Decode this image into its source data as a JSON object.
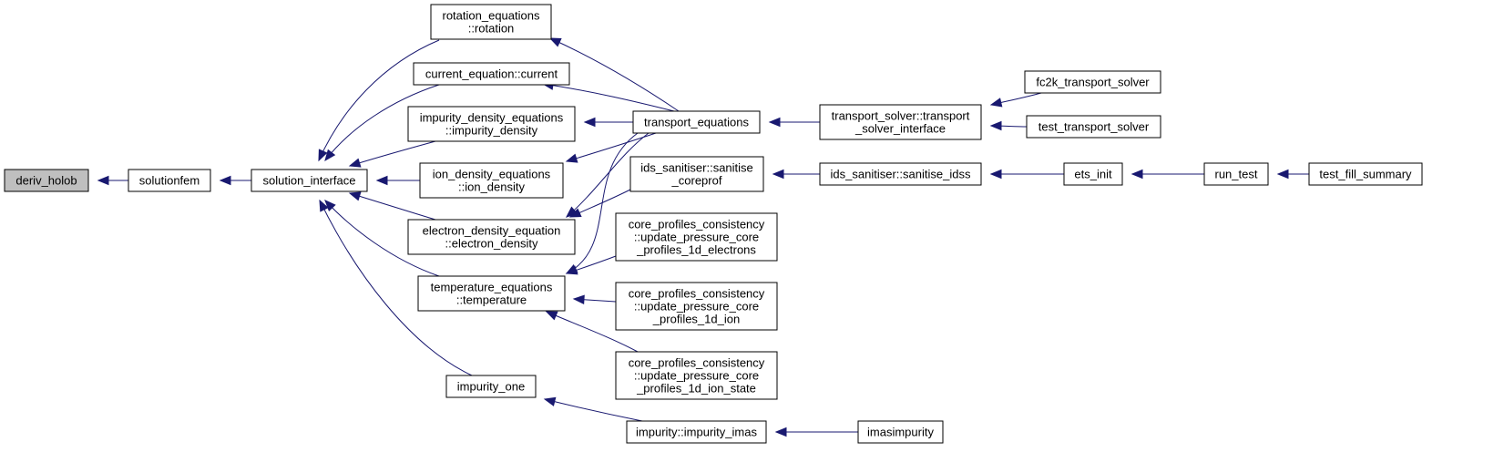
{
  "nodes": {
    "deriv_holob": {
      "lines": [
        "deriv_holob"
      ],
      "focus": true
    },
    "solutionfem": {
      "lines": [
        "solutionfem"
      ]
    },
    "solution_interface": {
      "lines": [
        "solution_interface"
      ]
    },
    "rotation": {
      "lines": [
        "rotation_equations",
        "::rotation"
      ]
    },
    "current": {
      "lines": [
        "current_equation::current"
      ]
    },
    "impurity_density": {
      "lines": [
        "impurity_density_equations",
        "::impurity_density"
      ]
    },
    "ion_density": {
      "lines": [
        "ion_density_equations",
        "::ion_density"
      ]
    },
    "electron_density": {
      "lines": [
        "electron_density_equation",
        "::electron_density"
      ]
    },
    "temperature": {
      "lines": [
        "temperature_equations",
        "::temperature"
      ]
    },
    "impurity_one": {
      "lines": [
        "impurity_one"
      ]
    },
    "transport_equations": {
      "lines": [
        "transport_equations"
      ]
    },
    "sanitise_coreprof": {
      "lines": [
        "ids_sanitiser::sanitise",
        "_coreprof"
      ]
    },
    "upd_electrons": {
      "lines": [
        "core_profiles_consistency",
        "::update_pressure_core",
        "_profiles_1d_electrons"
      ]
    },
    "upd_ion": {
      "lines": [
        "core_profiles_consistency",
        "::update_pressure_core",
        "_profiles_1d_ion"
      ]
    },
    "upd_ion_state": {
      "lines": [
        "core_profiles_consistency",
        "::update_pressure_core",
        "_profiles_1d_ion_state"
      ]
    },
    "impurity_imas": {
      "lines": [
        "impurity::impurity_imas"
      ]
    },
    "transport_solver_interface": {
      "lines": [
        "transport_solver::transport",
        "_solver_interface"
      ]
    },
    "sanitise_idss": {
      "lines": [
        "ids_sanitiser::sanitise_idss"
      ]
    },
    "imasimpurity": {
      "lines": [
        "imasimpurity"
      ]
    },
    "fc2k_transport_solver": {
      "lines": [
        "fc2k_transport_solver"
      ]
    },
    "test_transport_solver": {
      "lines": [
        "test_transport_solver"
      ]
    },
    "ets_init": {
      "lines": [
        "ets_init"
      ]
    },
    "run_test": {
      "lines": [
        "run_test"
      ]
    },
    "test_fill_summary": {
      "lines": [
        "test_fill_summary"
      ]
    }
  },
  "edges": [
    [
      "solutionfem",
      "deriv_holob"
    ],
    [
      "solution_interface",
      "solutionfem"
    ],
    [
      "rotation",
      "solution_interface"
    ],
    [
      "current",
      "solution_interface"
    ],
    [
      "impurity_density",
      "solution_interface"
    ],
    [
      "ion_density",
      "solution_interface"
    ],
    [
      "electron_density",
      "solution_interface"
    ],
    [
      "temperature",
      "solution_interface"
    ],
    [
      "impurity_one",
      "solution_interface"
    ],
    [
      "transport_equations",
      "rotation"
    ],
    [
      "transport_equations",
      "current"
    ],
    [
      "transport_equations",
      "impurity_density"
    ],
    [
      "transport_equations",
      "ion_density"
    ],
    [
      "transport_equations",
      "electron_density"
    ],
    [
      "transport_equations",
      "temperature"
    ],
    [
      "sanitise_coreprof",
      "electron_density"
    ],
    [
      "upd_electrons",
      "temperature"
    ],
    [
      "upd_ion",
      "temperature"
    ],
    [
      "upd_ion_state",
      "temperature"
    ],
    [
      "impurity_imas",
      "impurity_one"
    ],
    [
      "transport_solver_interface",
      "transport_equations"
    ],
    [
      "sanitise_idss",
      "sanitise_coreprof"
    ],
    [
      "imasimpurity",
      "impurity_imas"
    ],
    [
      "fc2k_transport_solver",
      "transport_solver_interface"
    ],
    [
      "test_transport_solver",
      "transport_solver_interface"
    ],
    [
      "ets_init",
      "sanitise_idss"
    ],
    [
      "run_test",
      "ets_init"
    ],
    [
      "test_fill_summary",
      "run_test"
    ]
  ]
}
